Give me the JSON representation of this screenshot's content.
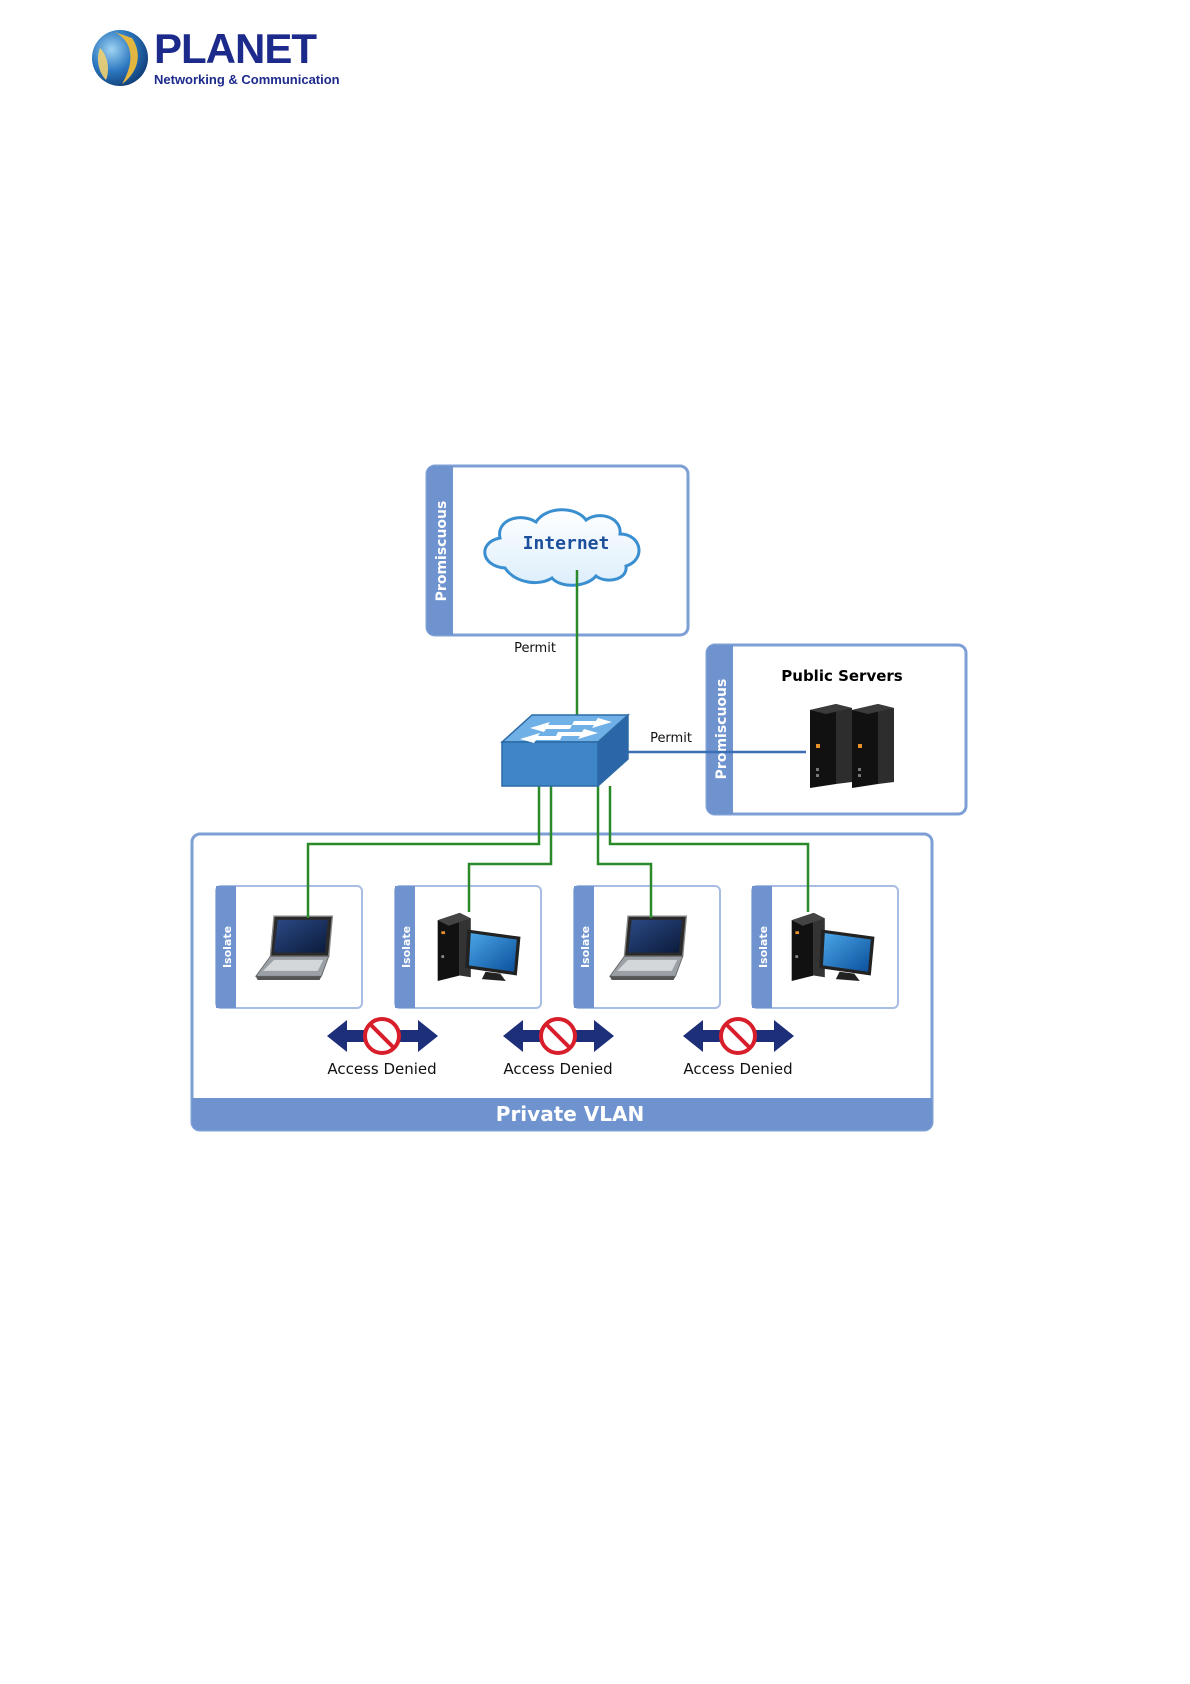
{
  "logo": {
    "brand": "PLANET",
    "tagline": "Networking & Communication"
  },
  "diagram": {
    "internet_zone": {
      "side_label": "Promiscuous",
      "cloud_label": "Internet"
    },
    "servers_zone": {
      "side_label": "Promiscuous",
      "title": "Public Servers"
    },
    "links": {
      "internet_permit": "Permit",
      "servers_permit": "Permit"
    },
    "private_vlan": {
      "label": "Private VLAN",
      "hosts": [
        {
          "side_label": "Isolate",
          "device": "laptop"
        },
        {
          "side_label": "Isolate",
          "device": "desktop"
        },
        {
          "side_label": "Isolate",
          "device": "laptop"
        },
        {
          "side_label": "Isolate",
          "device": "desktop"
        }
      ],
      "denied": [
        "Access Denied",
        "Access Denied",
        "Access Denied"
      ]
    },
    "colors": {
      "zone_border": "#7d9fd6",
      "zone_band": "#6f93cf",
      "link_green": "#2a8a2a",
      "link_blue": "#3a6fb5",
      "arrow_navy": "#1e2f7a",
      "deny_red": "#d81e2a",
      "switch_blue": "#3f86c8"
    }
  }
}
